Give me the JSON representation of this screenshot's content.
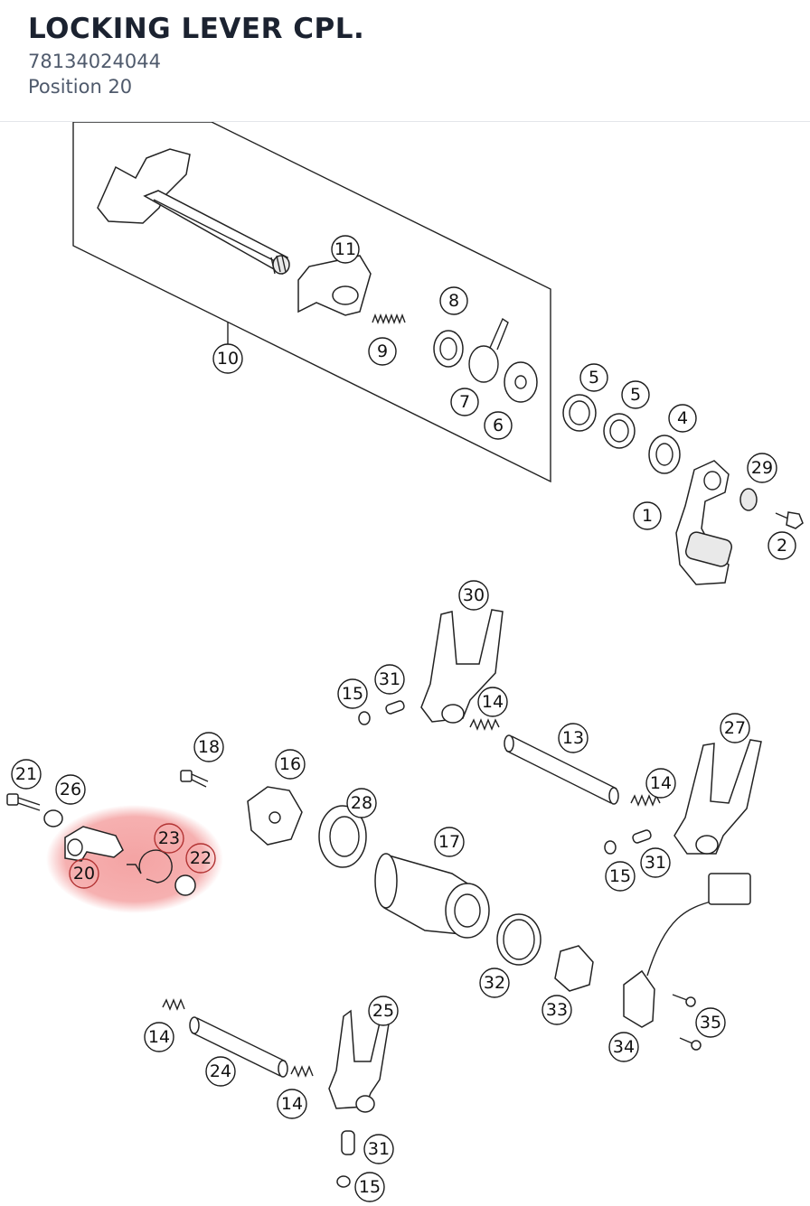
{
  "header": {
    "title": "LOCKING LEVER CPL.",
    "part_number": "78134024044",
    "position": "Position 20"
  },
  "diagram": {
    "highlight_color": "#f08080",
    "highlighted_labels": [
      "20",
      "22",
      "23"
    ],
    "callouts": [
      {
        "id": "lbl-11",
        "text": "11"
      },
      {
        "id": "lbl-8",
        "text": "8"
      },
      {
        "id": "lbl-9",
        "text": "9"
      },
      {
        "id": "lbl-10",
        "text": "10"
      },
      {
        "id": "lbl-7",
        "text": "7"
      },
      {
        "id": "lbl-6",
        "text": "6"
      },
      {
        "id": "lbl-5a",
        "text": "5"
      },
      {
        "id": "lbl-5b",
        "text": "5"
      },
      {
        "id": "lbl-4",
        "text": "4"
      },
      {
        "id": "lbl-29",
        "text": "29"
      },
      {
        "id": "lbl-1",
        "text": "1"
      },
      {
        "id": "lbl-2",
        "text": "2"
      },
      {
        "id": "lbl-30",
        "text": "30"
      },
      {
        "id": "lbl-15a",
        "text": "15"
      },
      {
        "id": "lbl-31a",
        "text": "31"
      },
      {
        "id": "lbl-14a",
        "text": "14"
      },
      {
        "id": "lbl-13",
        "text": "13"
      },
      {
        "id": "lbl-27",
        "text": "27"
      },
      {
        "id": "lbl-18",
        "text": "18"
      },
      {
        "id": "lbl-16",
        "text": "16"
      },
      {
        "id": "lbl-21",
        "text": "21"
      },
      {
        "id": "lbl-26",
        "text": "26"
      },
      {
        "id": "lbl-28",
        "text": "28"
      },
      {
        "id": "lbl-14b",
        "text": "14"
      },
      {
        "id": "lbl-23",
        "text": "23"
      },
      {
        "id": "lbl-22",
        "text": "22"
      },
      {
        "id": "lbl-20",
        "text": "20"
      },
      {
        "id": "lbl-17",
        "text": "17"
      },
      {
        "id": "lbl-15b",
        "text": "15"
      },
      {
        "id": "lbl-31b",
        "text": "31"
      },
      {
        "id": "lbl-32",
        "text": "32"
      },
      {
        "id": "lbl-33",
        "text": "33"
      },
      {
        "id": "lbl-25",
        "text": "25"
      },
      {
        "id": "lbl-14c",
        "text": "14"
      },
      {
        "id": "lbl-35",
        "text": "35"
      },
      {
        "id": "lbl-24",
        "text": "24"
      },
      {
        "id": "lbl-34",
        "text": "34"
      },
      {
        "id": "lbl-14d",
        "text": "14"
      },
      {
        "id": "lbl-31c",
        "text": "31"
      },
      {
        "id": "lbl-15c",
        "text": "15"
      }
    ]
  }
}
